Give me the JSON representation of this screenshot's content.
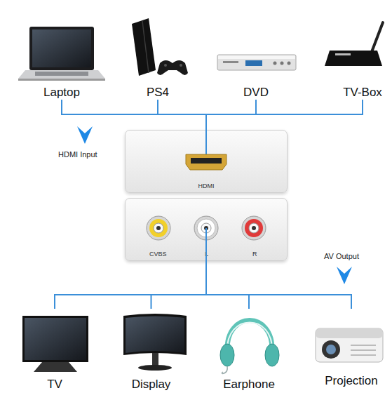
{
  "diagram": {
    "nodes": [
      {
        "text": [
          "Laptop"
        ]
      },
      {
        "text": [
          "PS4"
        ]
      },
      {
        "text": [
          "DVD"
        ]
      },
      {
        "text": [
          "TV-Box"
        ]
      },
      {
        "text": [
          "HDMI"
        ]
      },
      {
        "text": [
          "CVBS",
          "L",
          "R"
        ]
      },
      {
        "text": [
          "TV"
        ]
      },
      {
        "text": [
          "Display"
        ]
      },
      {
        "text": [
          "Earphone"
        ]
      },
      {
        "text": [
          "Projection"
        ]
      }
    ],
    "edges": [
      {
        "from": 0,
        "to": 4,
        "arrow": "none"
      },
      {
        "from": 1,
        "to": 4,
        "arrow": "none"
      },
      {
        "from": 2,
        "to": 4,
        "arrow": "none"
      },
      {
        "from": 3,
        "to": 4,
        "arrow": "none"
      },
      {
        "from": 5,
        "to": 6,
        "arrow": "none"
      },
      {
        "from": 5,
        "to": 7,
        "arrow": "none"
      },
      {
        "from": 5,
        "to": 8,
        "arrow": "none"
      },
      {
        "from": 5,
        "to": 9,
        "arrow": "none"
      }
    ],
    "labels": [
      "HDMI Input",
      "AV Output"
    ]
  }
}
